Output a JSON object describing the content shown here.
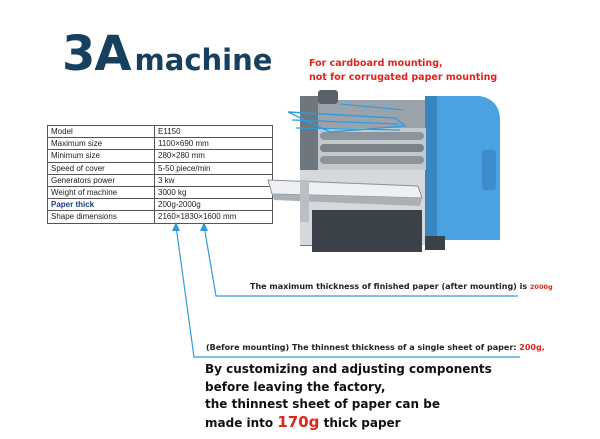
{
  "brand": {
    "big": "3A",
    "small": "machine"
  },
  "note": {
    "line1": "For cardboard mounting,",
    "line2": "not for corrugated paper mounting"
  },
  "specs": {
    "rows": [
      {
        "label": "Model",
        "value": "E1150"
      },
      {
        "label": "Maximum size",
        "value": "1100×690 mm"
      },
      {
        "label": "Minimum size",
        "value": "280×280 mm"
      },
      {
        "label": "Speed of cover",
        "value": "5-50 piece/min"
      },
      {
        "label": "Generators power",
        "value": "3 kw"
      },
      {
        "label": "Weight    of machine",
        "value": "3000 kg"
      },
      {
        "label": "Paper thick",
        "value": "200g-2000g"
      },
      {
        "label": "Shape dimensions",
        "value": "2160×1830×1600 mm"
      }
    ]
  },
  "captions": {
    "max_text": "The maximum thickness of finished paper (after mounting) is",
    "max_value": "2000g",
    "min_text": "(Before mounting) The thinnest thickness of a single sheet of paper:",
    "min_value": "200g,"
  },
  "bottom": {
    "line1": "By customizing and adjusting components",
    "line2": "before leaving the factory,",
    "line3": "the thinnest sheet of paper can be",
    "line4_pre": "made into",
    "line4_value": "170g",
    "line4_post": "thick paper"
  },
  "colors": {
    "brand": "#17405e",
    "accent_red": "#e2231a",
    "arrow_blue": "#2d9cdb",
    "machine_blue": "#4aa3e0"
  }
}
